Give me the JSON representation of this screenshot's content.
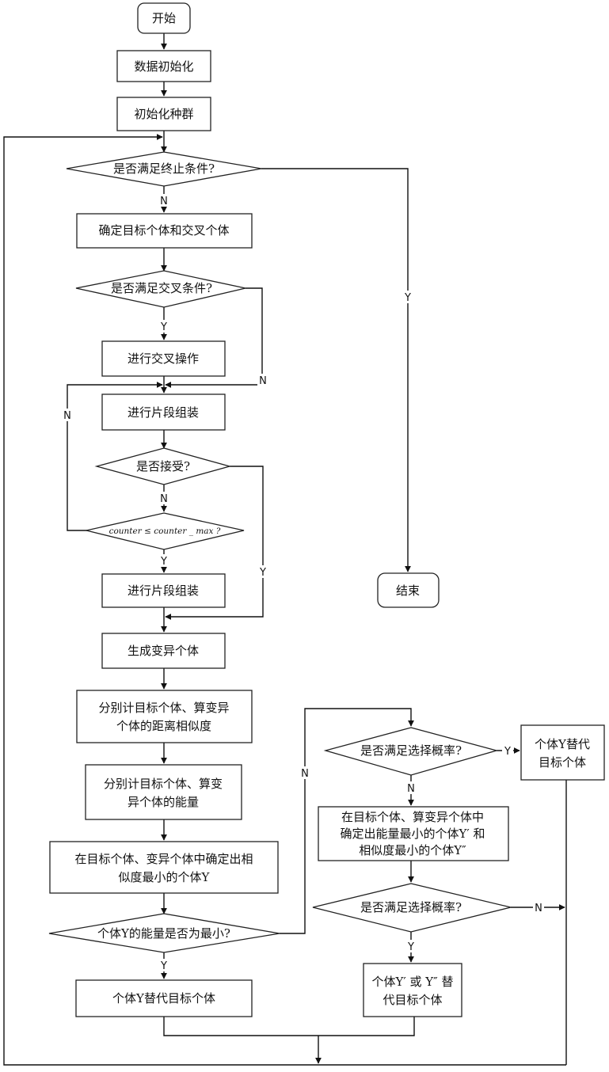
{
  "nodes": {
    "start": "开始",
    "data_init": "数据初始化",
    "pop_init": "初始化种群",
    "term_q": "是否满足终止条件?",
    "pick_target": "确定目标个体和交叉个体",
    "cross_q": "是否满足交叉条件?",
    "do_cross": "进行交叉操作",
    "frag1": "进行片段组装",
    "accept_q": "是否接受?",
    "counter_q": "counter ≤ counter _ max ?",
    "frag2": "进行片段组装",
    "mutant": "生成变异个体",
    "dist_line1": "分别计目标个体、算变异",
    "dist_line2": "个体的距离相似度",
    "energy_line1": "分别计目标个体、算变",
    "energy_line2": "异个体的能量",
    "minsim_line1": "在目标个体、变异个体中确定出相",
    "minsim_line2": "似度最小的个体Y",
    "minE_q": "个体Y的能量是否为最小?",
    "replace_Y": "个体Y替代目标个体",
    "end": "结束",
    "sel_q1": "是否满足选择概率?",
    "replace_Y_r1": "个体Y替代",
    "replace_Y_r2": "目标个体",
    "det_line1": "在目标个体、算变异个体中",
    "det_line2": "确定出能量最小的个体Y′ 和",
    "det_line3": "相似度最小的个体Y″",
    "sel_q2": "是否满足选择概率?",
    "repl2_line1": "个体Y′ 或 Y″ 替",
    "repl2_line2": "代目标个体"
  },
  "edge_labels": {
    "yes": "Y",
    "no": "N"
  }
}
